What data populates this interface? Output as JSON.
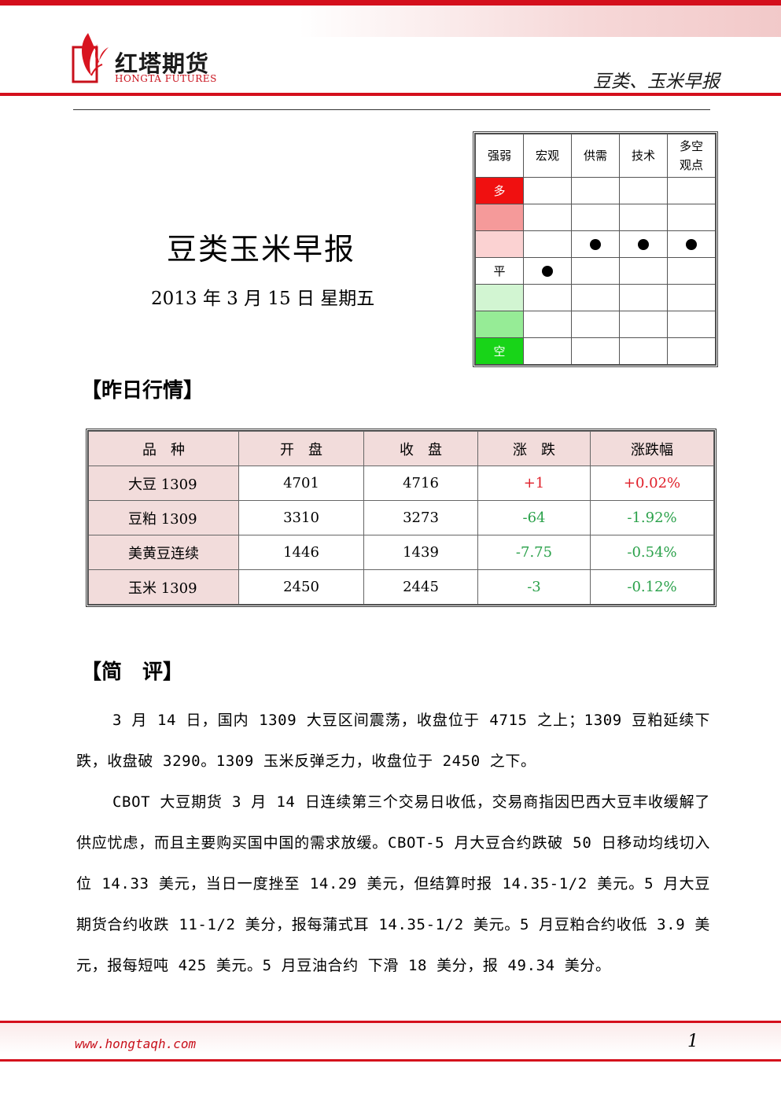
{
  "header": {
    "logo_cn": "红塔期货",
    "logo_en": "HONGTA FUTURES",
    "title": "豆类、玉米早报",
    "brand_color": "#d40f1c"
  },
  "rating": {
    "headers": [
      "强弱",
      "宏观",
      "供需",
      "技术",
      "多空观点"
    ],
    "levels": [
      {
        "label": "多",
        "color": "#f01010"
      },
      {
        "label": "",
        "color": "#f59a9a"
      },
      {
        "label": "",
        "color": "#fbd2d2"
      },
      {
        "label": "平",
        "color": "#ffffff"
      },
      {
        "label": "",
        "color": "#d2f5d2"
      },
      {
        "label": "",
        "color": "#96ec96"
      },
      {
        "label": "空",
        "color": "#18d418"
      }
    ],
    "marks": {
      "宏观": "平",
      "供需": "level-3",
      "技术": "level-3",
      "多空观点": "level-3"
    }
  },
  "doc": {
    "title": "豆类玉米早报",
    "date": "2013 年 3 月 15 日  星期五"
  },
  "section1": "【昨日行情】",
  "quotes": {
    "headers": [
      "品　种",
      "开　盘",
      "收　盘",
      "涨　跌",
      "涨跌幅"
    ],
    "rows": [
      {
        "name": "大豆 1309",
        "open": "4701",
        "close": "4716",
        "change": "+1",
        "pct": "+0.02%",
        "dir": "up"
      },
      {
        "name": "豆粕 1309",
        "open": "3310",
        "close": "3273",
        "change": "-64",
        "pct": "-1.92%",
        "dir": "down"
      },
      {
        "name": "美黄豆连续",
        "open": "1446",
        "close": "1439",
        "change": "-7.75",
        "pct": "-0.54%",
        "dir": "down"
      },
      {
        "name": "玉米 1309",
        "open": "2450",
        "close": "2445",
        "change": "-3",
        "pct": "-0.12%",
        "dir": "down"
      }
    ]
  },
  "section2": "【简　评】",
  "commentary": {
    "p1": "3 月 14 日，国内 1309 大豆区间震荡，收盘位于 4715 之上；1309 豆粕延续下跌，收盘破 3290。1309 玉米反弹乏力，收盘位于 2450 之下。",
    "p2": "CBOT 大豆期货 3 月 14 日连续第三个交易日收低，交易商指因巴西大豆丰收缓解了供应忧虑，而且主要购买国中国的需求放缓。CBOT-5 月大豆合约跌破 50 日移动均线切入位 14.33 美元，当日一度挫至 14.29 美元，但结算时报 14.35-1/2 美元。5 月大豆期货合约收跌 11-1/2 美分，报每蒲式耳 14.35-1/2 美元。5 月豆粕合约收低 3.9 美元，报每短吨 425 美元。5 月豆油合约 下滑 18 美分，报 49.34 美分。"
  },
  "footer": {
    "url": "www.hongtaqh.com",
    "page": "1"
  }
}
